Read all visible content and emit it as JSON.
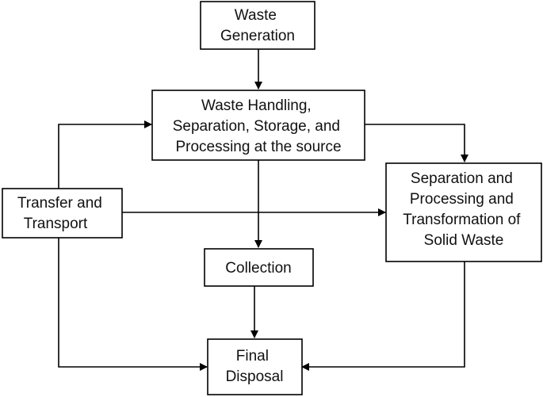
{
  "nodes": {
    "waste_generation": [
      "Waste",
      "Generation"
    ],
    "handling": [
      "Waste Handling,",
      "Separation, Storage, and",
      "Processing at the source"
    ],
    "separation": [
      "Separation and",
      "Processing and",
      "Transformation of",
      "Solid Waste"
    ],
    "transfer": [
      "Transfer and",
      "Transport"
    ],
    "collection": [
      "Collection"
    ],
    "final_disposal": [
      "Final",
      "Disposal"
    ]
  },
  "colors": {
    "line": "#000000",
    "text": "#111111",
    "box_fill": "#ffffff"
  }
}
